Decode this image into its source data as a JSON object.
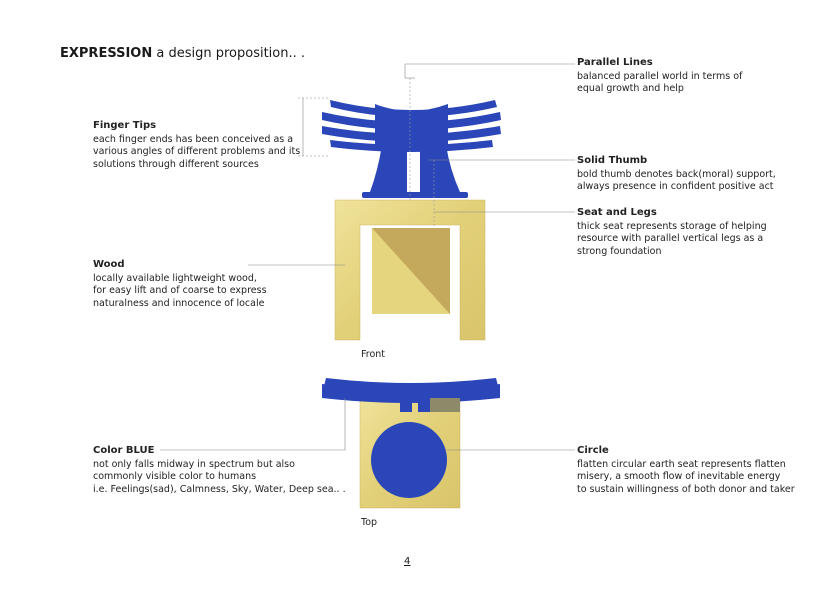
{
  "header": {
    "title_bold": "EXPRESSION",
    "title_rest": " a design proposition.. ."
  },
  "notes": {
    "parallel_lines": {
      "heading": "Parallel Lines",
      "text": "balanced parallel world in terms of\nequal growth and help"
    },
    "finger_tips": {
      "heading": "Finger Tips",
      "text": "each finger ends has been conceived as a\nvarious angles of different problems and its\nsolutions through different sources"
    },
    "solid_thumb": {
      "heading": "Solid Thumb",
      "text": "bold thumb denotes back(moral) support,\nalways presence in confident positive act"
    },
    "seat_and_legs": {
      "heading": "Seat and Legs",
      "text": "thick seat represents storage of helping\nresource with parallel vertical legs as a\nstrong foundation"
    },
    "wood": {
      "heading": "Wood",
      "text": "locally available lightweight wood,\nfor easy lift and of coarse to express\nnaturalness and innocence of locale"
    },
    "color_blue": {
      "heading": "Color BLUE",
      "text": "not only falls midway in spectrum but also\ncommonly visible color to humans\ni.e. Feelings(sad), Calmness, Sky, Water, Deep sea.. ."
    },
    "circle": {
      "heading": "Circle",
      "text": "flatten circular earth seat represents flatten\nmisery, a smooth flow of inevitable energy\nto sustain willingness of both donor and taker"
    }
  },
  "captions": {
    "front": "Front",
    "top": "Top"
  },
  "page_number": "4",
  "colors": {
    "blue": "#2a46b8",
    "wood": "#e3d27a",
    "wood_dark": "#b39a4f",
    "leader": "#888888"
  }
}
